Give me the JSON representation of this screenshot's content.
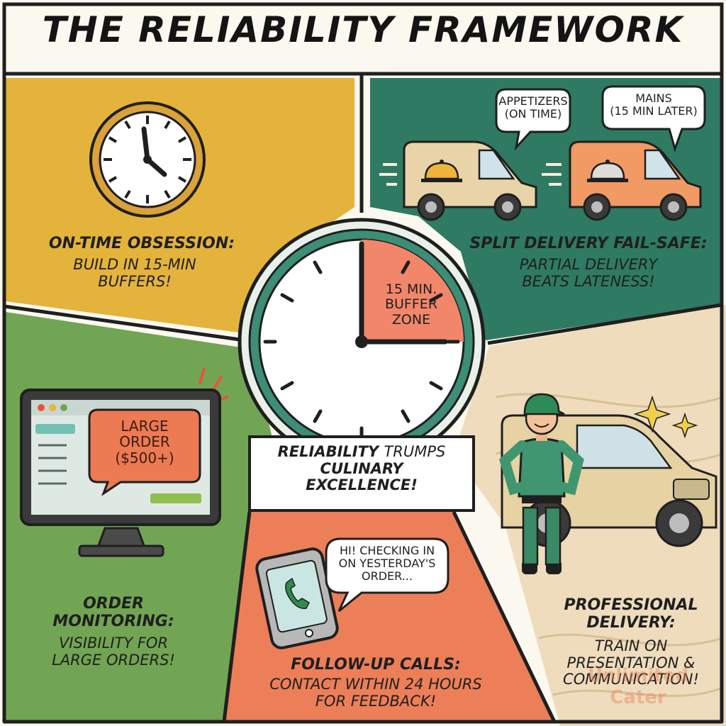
{
  "title": "THE RELIABILITY FRAMEWORK",
  "panels": {
    "on_time": {
      "heading": "ON-TIME OBSESSION:",
      "body_line1": "BUILD IN 15-MIN",
      "body_line2": "BUFFERS!"
    },
    "split_delivery": {
      "heading": "SPLIT DELIVERY FAIL-SAFE:",
      "body_line1": "PARTIAL DELIVERY",
      "body_line2": "BEATS LATENESS!",
      "bubble_1_line1": "APPETIZERS",
      "bubble_1_line2": "(ON TIME)",
      "bubble_2_line1": "MAINS",
      "bubble_2_line2": "(15 MIN LATER)"
    },
    "order_monitoring": {
      "heading_line1": "ORDER",
      "heading_line2": "MONITORING:",
      "body_line1": "VISIBILITY FOR",
      "body_line2": "LARGE ORDERS!",
      "alert_line1": "LARGE",
      "alert_line2": "ORDER",
      "alert_line3": "($500+)"
    },
    "follow_up": {
      "heading": "FOLLOW-UP CALLS:",
      "body_line1": "CONTACT WITHIN 24 HOURS",
      "body_line2": "FOR FEEDBACK!",
      "bubble_line1": "HI! CHECKING IN",
      "bubble_line2": "ON YESTERDAY'S",
      "bubble_line3": "ORDER..."
    },
    "professional": {
      "heading_line1": "PROFESSIONAL",
      "heading_line2": "DELIVERY:",
      "body_line1": "TRAIN ON",
      "body_line2": "PRESENTATION &",
      "body_line3": "COMMUNICATION!"
    }
  },
  "center": {
    "buffer_line1": "15 MIN.",
    "buffer_line2": "BUFFER",
    "buffer_line3": "ZONE",
    "motto_word1": "RELIABILITY",
    "motto_word2": "TRUMPS",
    "motto_line2": "CULINARY",
    "motto_line3": "EXCELLENCE!"
  },
  "watermark": {
    "line1": "Unlimited",
    "line2": "Cater"
  },
  "colors": {
    "mustard": "#e4b33b",
    "teal": "#2f7a62",
    "green": "#72a553",
    "coral": "#ec7f58",
    "wood": "#eedcbd",
    "ink": "#1f1f1f",
    "buffer_zone": "#f2866a"
  }
}
